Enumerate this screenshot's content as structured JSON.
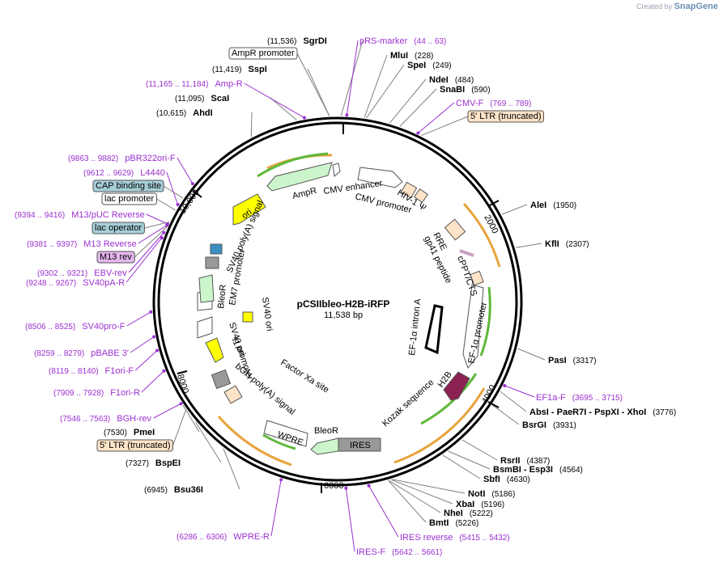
{
  "logo": {
    "prefix": "Created by",
    "brand": "SnapGene"
  },
  "plasmid": {
    "name": "pCSIIbleo-H2B-iRFP",
    "size": "11,538 bp",
    "length": 11538
  },
  "ticks": [
    "2000",
    "4000",
    "6000",
    "8000",
    "10,000"
  ],
  "enzymes": [
    {
      "name": "SgrDI",
      "pos": "(11,536)",
      "bp": 11536
    },
    {
      "name": "MluI",
      "pos": "(228)",
      "bp": 228
    },
    {
      "name": "SpeI",
      "pos": "(249)",
      "bp": 249
    },
    {
      "name": "NdeI",
      "pos": "(484)",
      "bp": 484
    },
    {
      "name": "SnaBI",
      "pos": "(590)",
      "bp": 590
    },
    {
      "name": "AleI",
      "pos": "(1950)",
      "bp": 1950
    },
    {
      "name": "KflI",
      "pos": "(2307)",
      "bp": 2307
    },
    {
      "name": "PasI",
      "pos": "(3317)",
      "bp": 3317
    },
    {
      "name": "AbsI  - PaeR7I  - PspXI  - XhoI",
      "pos": "(3776)",
      "bp": 3776
    },
    {
      "name": "BsrGI",
      "pos": "(3931)",
      "bp": 3931
    },
    {
      "name": "RsrII",
      "pos": "(4387)",
      "bp": 4387
    },
    {
      "name": "BsmBI  - Esp3I",
      "pos": "(4564)",
      "bp": 4564
    },
    {
      "name": "SbfI",
      "pos": "(4630)",
      "bp": 4630
    },
    {
      "name": "NotI",
      "pos": "(5186)",
      "bp": 5186
    },
    {
      "name": "XbaI",
      "pos": "(5196)",
      "bp": 5196
    },
    {
      "name": "NheI",
      "pos": "(5222)",
      "bp": 5222
    },
    {
      "name": "BmtI",
      "pos": "(5226)",
      "bp": 5226
    },
    {
      "name": "Bsu36I",
      "pos": "(6945)",
      "bp": 6945
    },
    {
      "name": "BspEI",
      "pos": "(7327)",
      "bp": 7327
    },
    {
      "name": "PmeI",
      "pos": "(7530)",
      "bp": 7530
    },
    {
      "name": "AhdI",
      "pos": "(10,615)",
      "bp": 10615
    },
    {
      "name": "ScaI",
      "pos": "(11,095)",
      "bp": 11095
    },
    {
      "name": "SspI",
      "pos": "(11,419)",
      "bp": 11419
    }
  ],
  "primers": [
    {
      "name": "pRS-marker",
      "range": "(44 .. 63)"
    },
    {
      "name": "CMV-F",
      "range": "(769 .. 789)"
    },
    {
      "name": "EF1a-F",
      "range": "(3695 .. 3715)"
    },
    {
      "name": "IRES reverse",
      "range": "(5415 .. 5432)"
    },
    {
      "name": "IRES-F",
      "range": "(5642 .. 5661)"
    },
    {
      "name": "WPRE-R",
      "range": "(6286 .. 6306)"
    },
    {
      "name": "BGH-rev",
      "range": "(7546 .. 7563)"
    },
    {
      "name": "F1ori-R",
      "range": "(7909 .. 7928)"
    },
    {
      "name": "F1ori-F",
      "range": "(8119 .. 8140)"
    },
    {
      "name": "pBABE 3'",
      "range": "(8259 .. 8279)"
    },
    {
      "name": "SV40pro-F",
      "range": "(8506 .. 8525)"
    },
    {
      "name": "SV40pA-R",
      "range": "(9248 .. 9267)"
    },
    {
      "name": "EBV-rev",
      "range": "(9302 .. 9321)"
    },
    {
      "name": "M13 Reverse",
      "range": "(9381 .. 9397)"
    },
    {
      "name": "M13/pUC Reverse",
      "range": "(9394 .. 9416)"
    },
    {
      "name": "L4440",
      "range": "(9612 .. 9629)"
    },
    {
      "name": "pBR322ori-F",
      "range": "(9863 .. 9882)"
    },
    {
      "name": "Amp-R",
      "range": "(11,165 .. 11,184)"
    }
  ],
  "boxed_labels": [
    {
      "text": "AmpR promoter",
      "fill": "#ffffff"
    },
    {
      "text": "5' LTR (truncated)",
      "fill": "#fde3c8"
    },
    {
      "text": "CAP binding site",
      "fill": "#a6cfd8"
    },
    {
      "text": "lac promoter",
      "fill": "#ffffff"
    },
    {
      "text": "lac operator",
      "fill": "#a6cfd8"
    },
    {
      "text": "M13 rev",
      "fill": "#e6b8ee"
    },
    {
      "text": "5' LTR (truncated)",
      "fill": "#fde3c8"
    }
  ],
  "features": [
    {
      "text": "CMV enhancer"
    },
    {
      "text": "CMV promoter"
    },
    {
      "text": "HIV-1 Ψ"
    },
    {
      "text": "RRE"
    },
    {
      "text": "gp41 peptide"
    },
    {
      "text": "cPPT/CTS"
    },
    {
      "text": "EF-1α promoter"
    },
    {
      "text": "EF-1α intron A"
    },
    {
      "text": "H2B"
    },
    {
      "text": "Kozak sequence"
    },
    {
      "text": "IRES"
    },
    {
      "text": "BleoR"
    },
    {
      "text": "BleoR"
    },
    {
      "text": "WPRE"
    },
    {
      "text": "Factor Xa site"
    },
    {
      "text": "bGH poly(A) signal"
    },
    {
      "text": "f1 ori"
    },
    {
      "text": "SV40 promoter"
    },
    {
      "text": "SV40 ori"
    },
    {
      "text": "EM7 promoter"
    },
    {
      "text": "SV40 poly(A) signal"
    },
    {
      "text": "ori"
    },
    {
      "text": "AmpR"
    }
  ],
  "colors": {
    "enzyme_line": "#808080",
    "primer": "#9b30d0",
    "ltr_arc": "#e8a33c",
    "cds_arc": "#5fb83a",
    "ampr_fill": "#ccf5cc",
    "ori_fill": "#ffff00",
    "h2b_fill": "#8b2252",
    "ires_fill": "#999999"
  }
}
